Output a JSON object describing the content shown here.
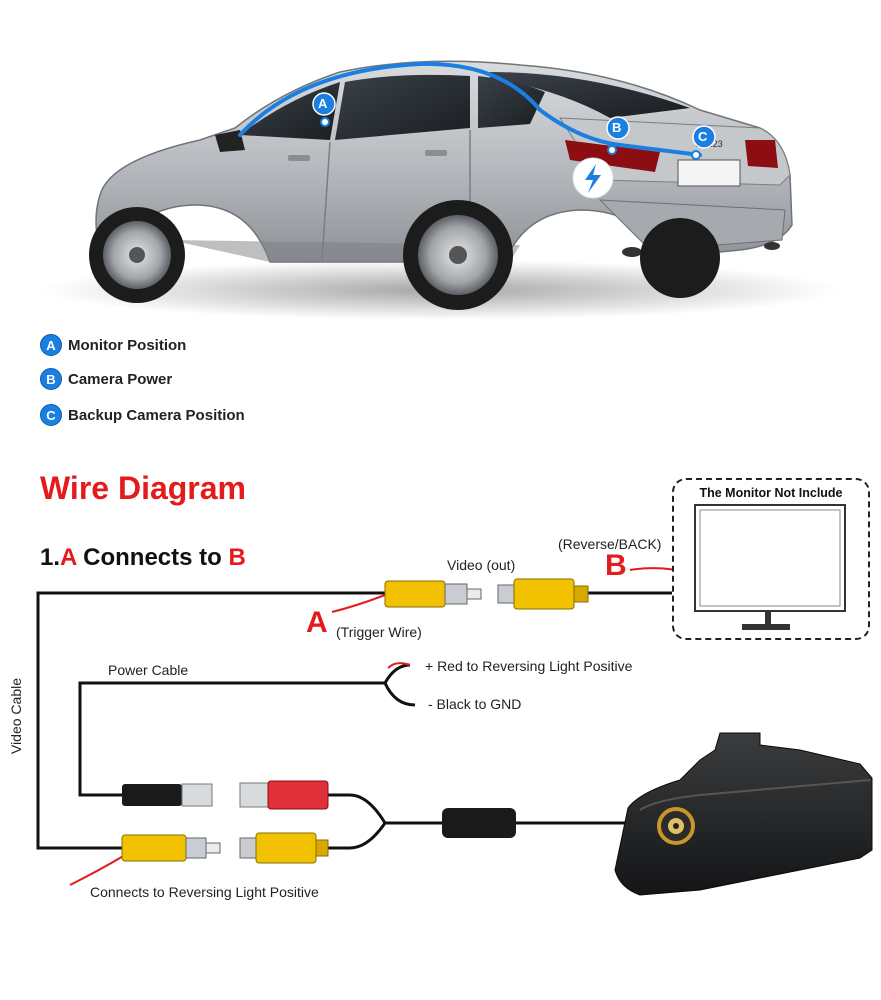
{
  "legend": {
    "items": [
      {
        "badge": "A",
        "label": "Monitor Position"
      },
      {
        "badge": "B",
        "label": "Camera Power"
      },
      {
        "badge": "C",
        "label": "Backup Camera Position"
      }
    ]
  },
  "car_markers": {
    "a": "A",
    "b": "B",
    "c": "C",
    "plate": "SD123"
  },
  "diagram": {
    "title": "Wire Diagram",
    "subtitle_prefix": "1.",
    "subtitle_a": "A",
    "subtitle_mid": " Connects to ",
    "subtitle_b": "B",
    "monitor_label": "The Monitor Not Include",
    "video_out": "Video (out)",
    "reverse_back": "(Reverse/BACK)",
    "letter_a": "A",
    "letter_b": "B",
    "trigger_wire": "(Trigger Wire)",
    "power_cable": "Power Cable",
    "red_positive": "+ Red to Reversing Light Positive",
    "black_gnd": "- Black to GND",
    "video_cable": "Video Cable",
    "reversing_positive": "Connects to Reversing Light Positive"
  },
  "colors": {
    "accent_red": "#e31b1b",
    "marker_blue": "#1a7fe0",
    "rca_yellow": "#f2c200",
    "wire": "#111111"
  }
}
